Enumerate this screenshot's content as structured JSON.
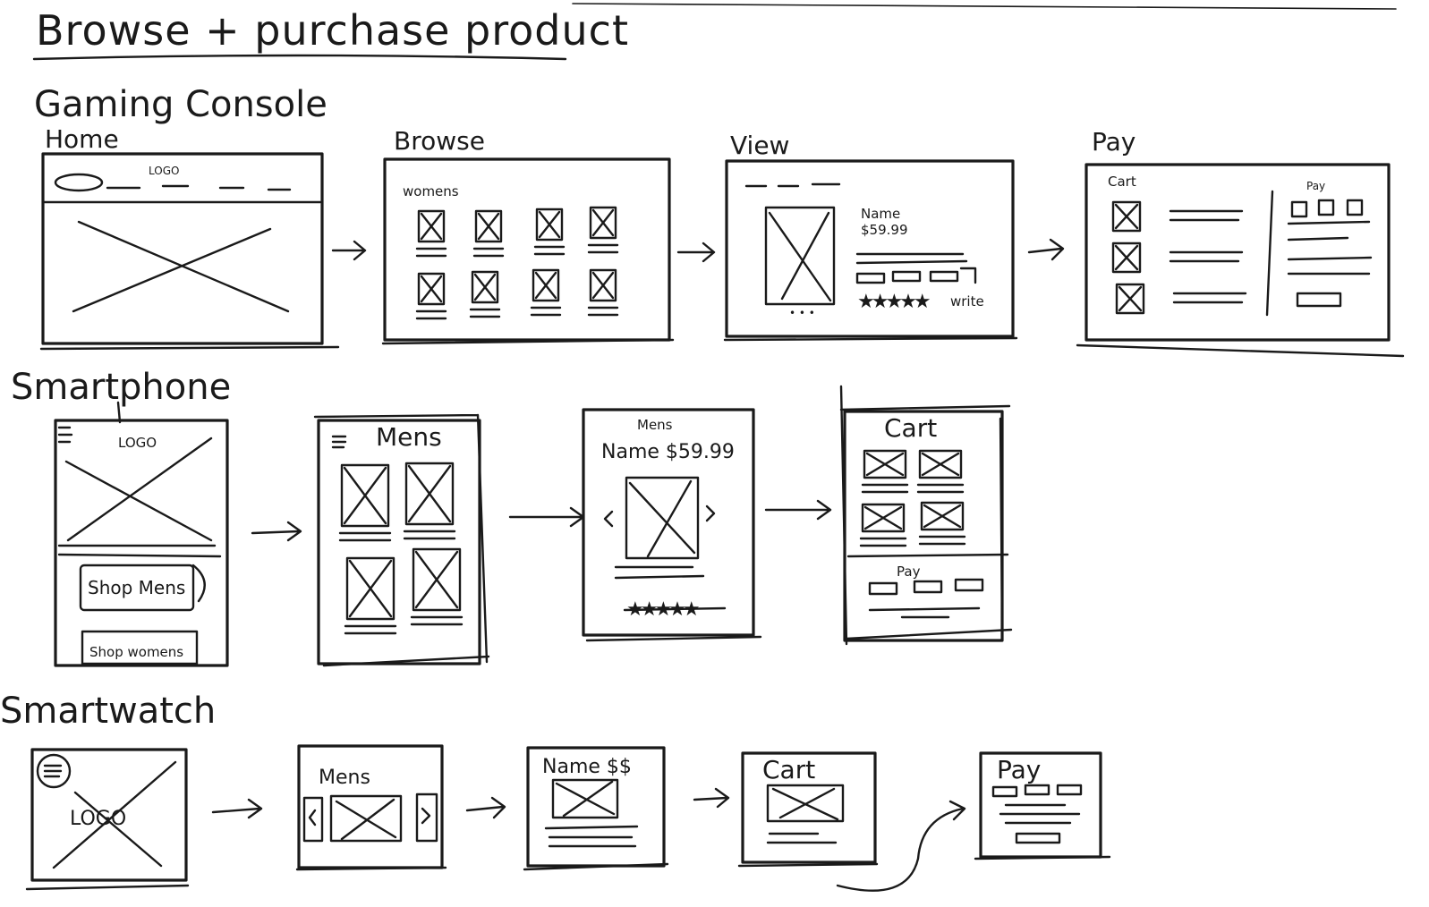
{
  "title": "Browse + purchase product",
  "sections": {
    "gaming_console": {
      "label": "Gaming Console",
      "screens": {
        "home": {
          "label": "Home",
          "logo": "LOGO"
        },
        "browse": {
          "label": "Browse",
          "category": "womens"
        },
        "view": {
          "label": "View",
          "product_name": "Name",
          "price": "$59.99",
          "rating_note": "write"
        },
        "pay": {
          "label": "Pay",
          "cart": "Cart",
          "pay": "Pay"
        }
      }
    },
    "smartphone": {
      "label": "Smartphone",
      "screens": {
        "home": {
          "logo": "LOGO",
          "shop_mens": "Shop Mens",
          "shop_womens": "Shop womens"
        },
        "browse": {
          "category": "Mens"
        },
        "view": {
          "category": "Mens",
          "product": "Name $59.99"
        },
        "cart": {
          "cart": "Cart",
          "pay": "Pay"
        }
      }
    },
    "smartwatch": {
      "label": "Smartwatch",
      "screens": {
        "home": {
          "logo": "LOGO"
        },
        "browse": {
          "category": "Mens"
        },
        "view": {
          "product": "Name $$"
        },
        "cart": {
          "cart": "Cart"
        },
        "pay": {
          "pay": "Pay"
        }
      }
    }
  }
}
